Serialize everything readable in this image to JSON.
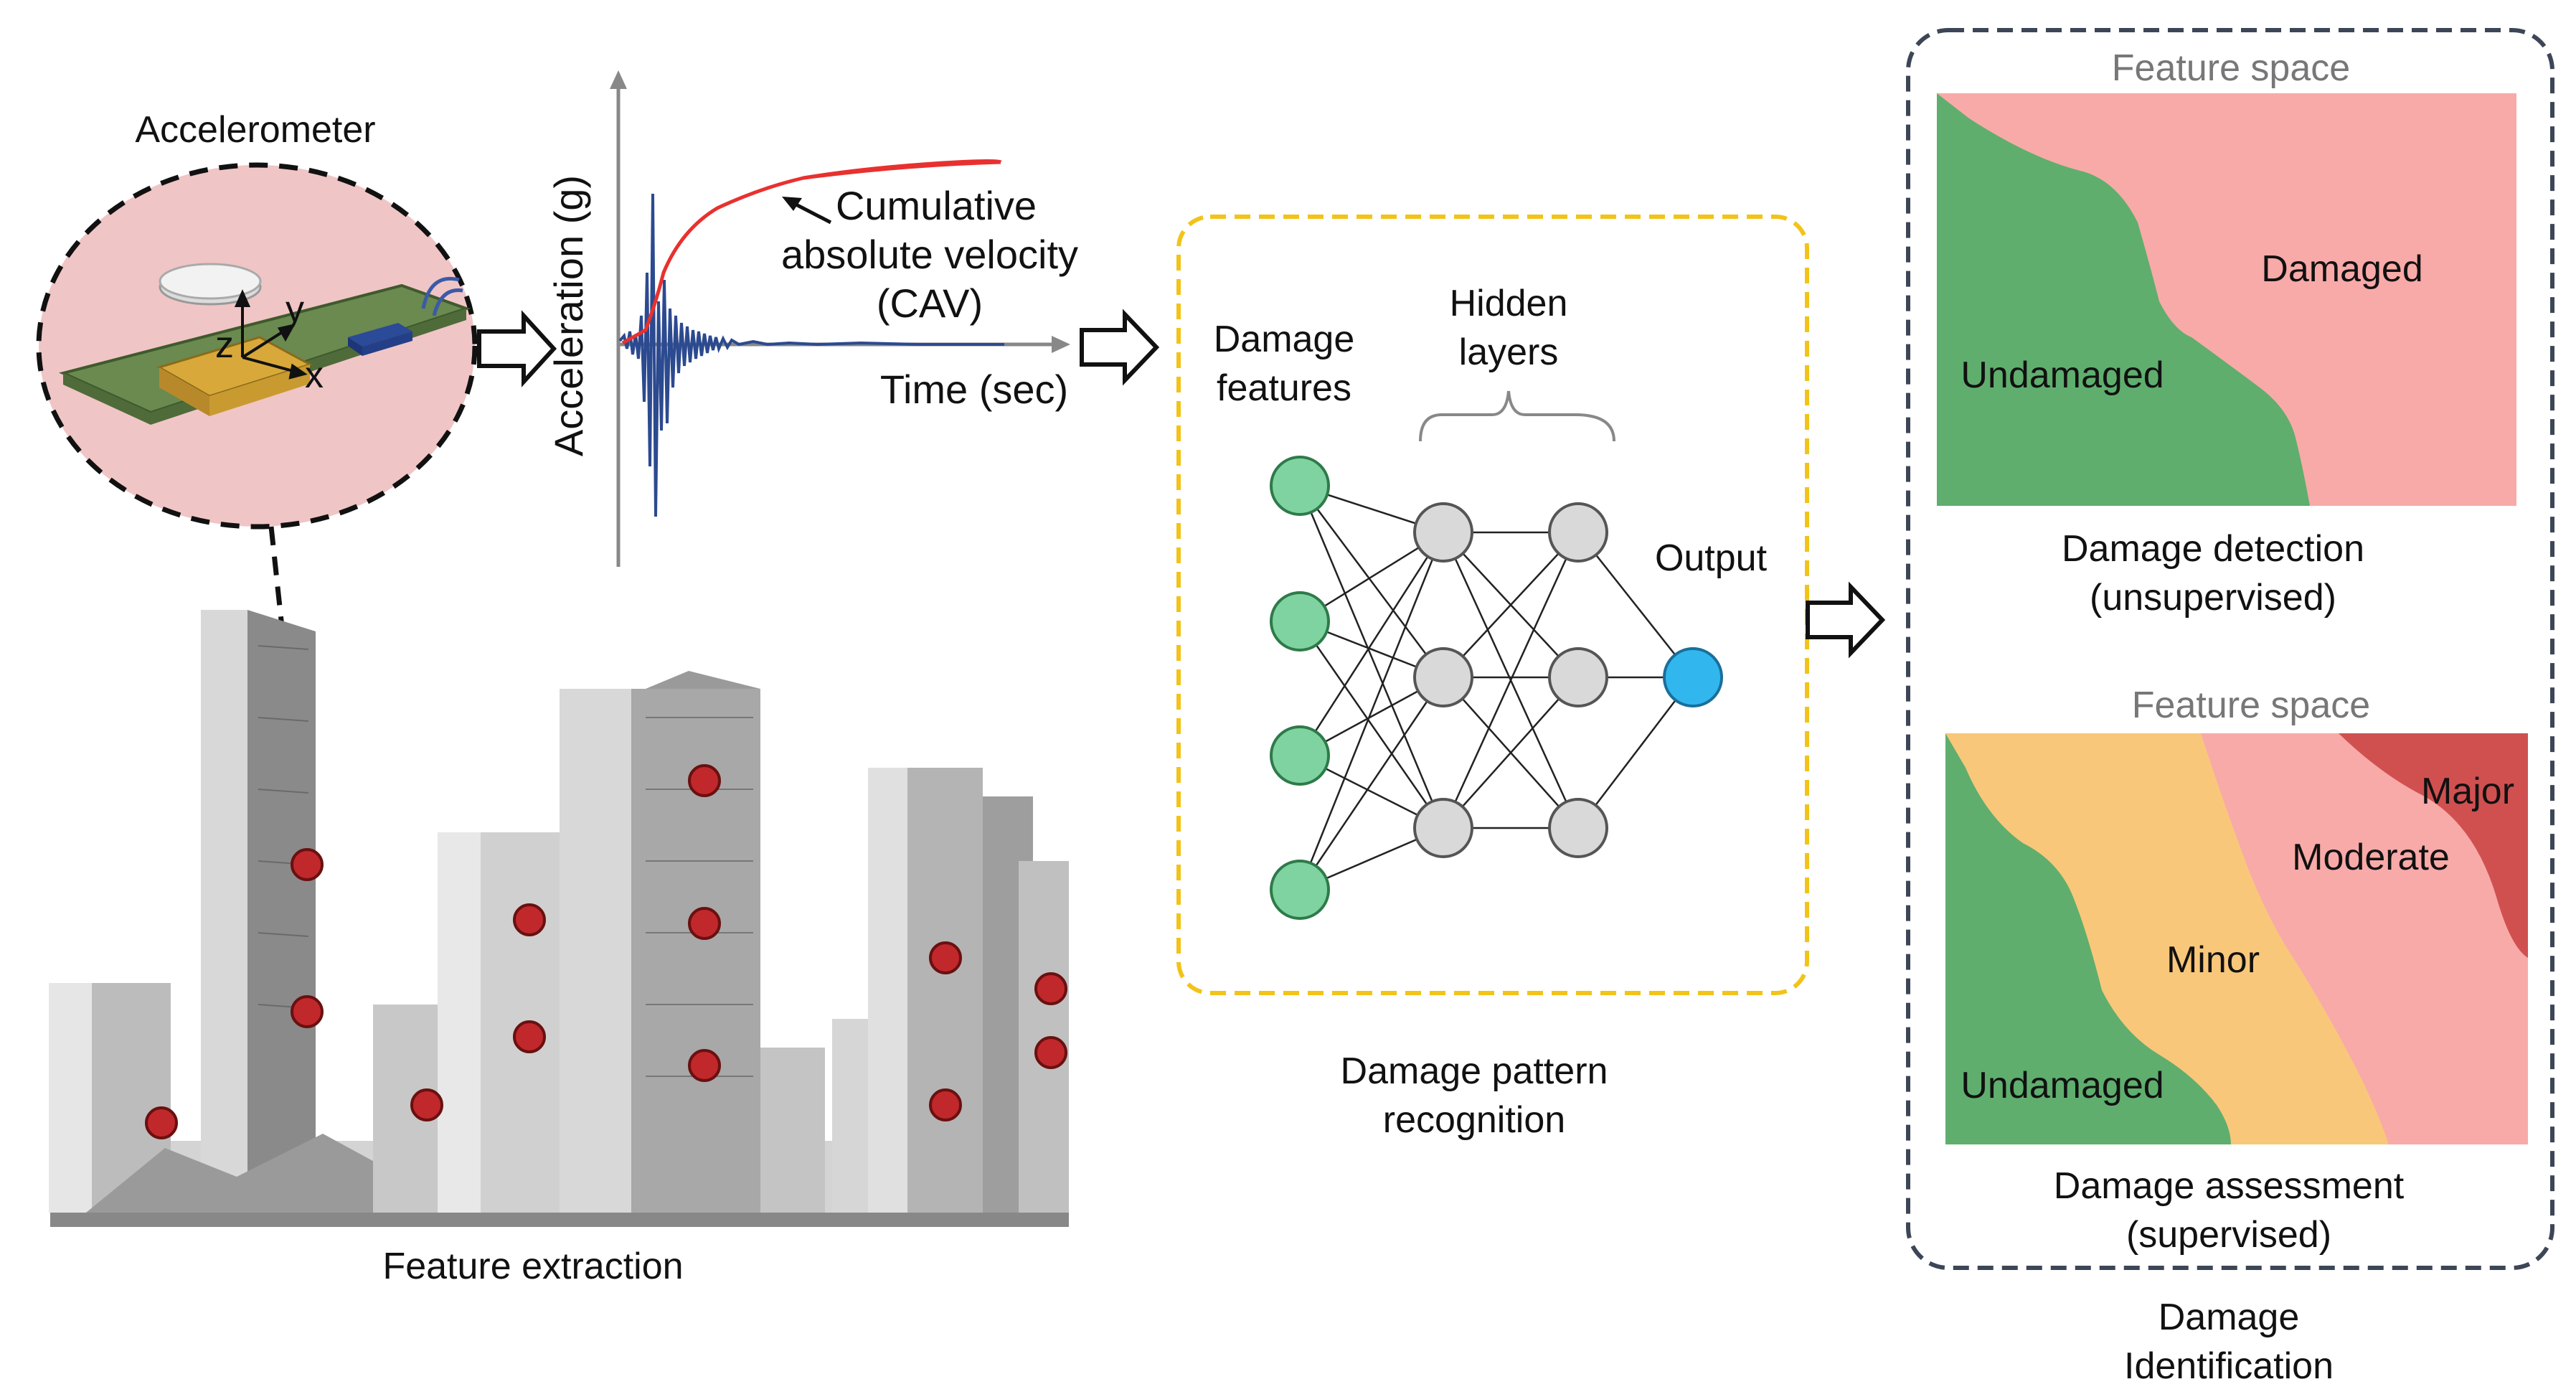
{
  "accelerometer": {
    "title": "Accelerometer",
    "axes": {
      "z": "z",
      "y": "y",
      "x": "x"
    }
  },
  "signal_plot": {
    "y_axis_label": "Acceleration (g)",
    "x_axis_label": "Time (sec)",
    "cav_label_line1": "Cumulative",
    "cav_label_line2": "absolute velocity",
    "cav_label_line3": "(CAV)",
    "colors": {
      "cav": "#e8312f",
      "signal": "#2c4a8f"
    }
  },
  "feature_extraction": {
    "caption": "Feature extraction"
  },
  "network": {
    "input_label_line1": "Damage",
    "input_label_line2": "features",
    "hidden_label_line1": "Hidden",
    "hidden_label_line2": "layers",
    "output_label": "Output",
    "caption_line1": "Damage pattern",
    "caption_line2": "recognition",
    "colors": {
      "input": "#7fd3a0",
      "hidden": "#d9d9d9",
      "output": "#31b7ee",
      "frame": "#f2c318"
    }
  },
  "identification": {
    "detection": {
      "feature_space": "Feature space",
      "undamaged": "Undamaged",
      "damaged": "Damaged",
      "caption_line1": "Damage detection",
      "caption_line2": "(unsupervised)"
    },
    "assessment": {
      "feature_space": "Feature space",
      "undamaged": "Undamaged",
      "minor": "Minor",
      "moderate": "Moderate",
      "major": "Major",
      "caption_line1": "Damage assessment",
      "caption_line2": "(supervised)"
    },
    "caption_line1": "Damage",
    "caption_line2": "Identification",
    "colors": {
      "undamaged_green": "#5fae6e",
      "damaged_pink": "#f8aaa8",
      "minor_orange": "#f9c77a",
      "major_red": "#d05050",
      "frame": "#3c4656"
    }
  }
}
